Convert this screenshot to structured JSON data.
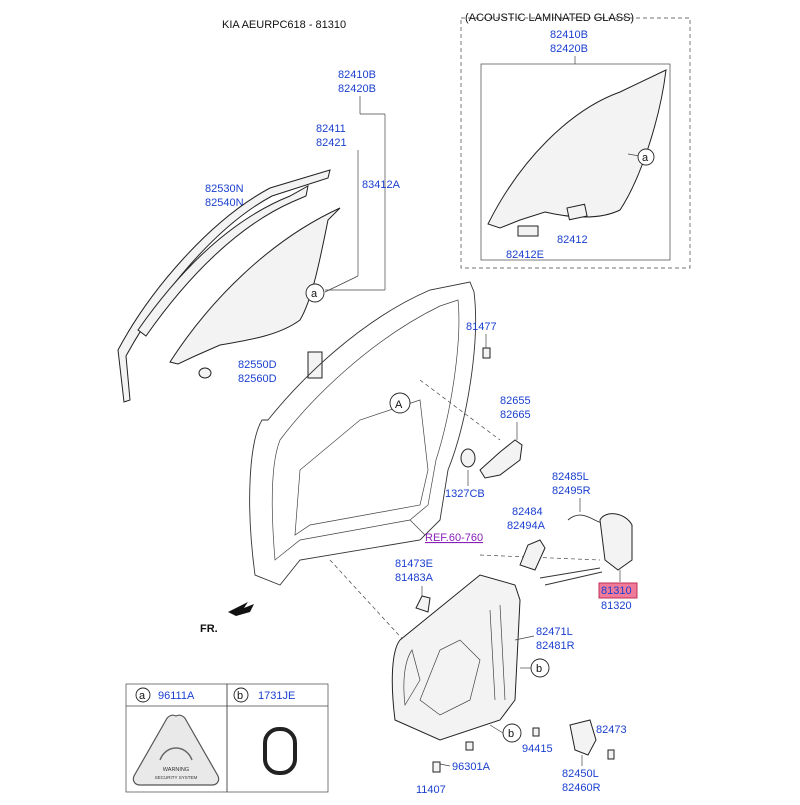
{
  "title": "KIA AEURPC618 - 81310",
  "acoustic_box_title": "(ACOUSTIC LAMINATED GLASS)",
  "fr_label": "FR.",
  "ref_label": "REF.60-760",
  "markers": {
    "a": "a",
    "b": "b",
    "A": "A"
  },
  "parts": {
    "glass_top": [
      "82410B",
      "82420B"
    ],
    "glass_inner": [
      "82411",
      "82421"
    ],
    "run_channel": "83412A",
    "weatherstrip": [
      "82530N",
      "82540N"
    ],
    "bracket_left": [
      "82550D",
      "82560D"
    ],
    "bolt_81477": "81477",
    "handle": [
      "82655",
      "82665"
    ],
    "grommet": "1327CB",
    "cable": [
      "82485L",
      "82495R"
    ],
    "rod": [
      "82484",
      "82494A"
    ],
    "latch": [
      "81310",
      "81320"
    ],
    "striker": [
      "81473E",
      "81483A"
    ],
    "regulator": [
      "82471L",
      "82481R"
    ],
    "clip_82473": "82473",
    "screw_94415": "94415",
    "motor": [
      "82450L",
      "82460R"
    ],
    "nut_96301": "96301A",
    "bolt_11407": "11407",
    "acoustic_glass": [
      "82410B",
      "82420B"
    ],
    "acoustic_clip1": "82412",
    "acoustic_clip2": "82412E"
  },
  "legend": {
    "a_part": "96111A",
    "b_part": "1731JE",
    "badge_text": [
      "WARNING",
      "SECURITY SYSTEM"
    ]
  },
  "highlight_color": "#f07a9a",
  "part_number_color": "#1a3fd0"
}
